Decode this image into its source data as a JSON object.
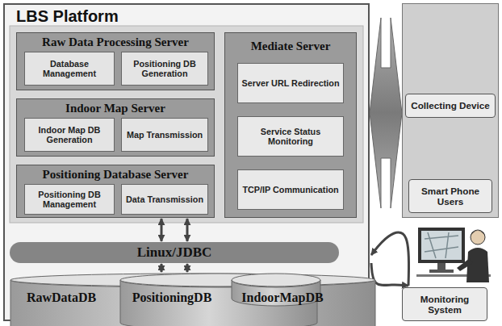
{
  "diagram": {
    "nodes": [
      {
        "text": [
          "LBS Platform"
        ]
      },
      {
        "text": [
          "Raw Data Processing Server"
        ],
        "in": 0
      },
      {
        "text": [
          "Database Management"
        ],
        "in": 1
      },
      {
        "text": [
          "Positioning DB Generation"
        ],
        "in": 1
      },
      {
        "text": [
          "Indoor Map Server"
        ],
        "in": 0
      },
      {
        "text": [
          "Indoor Map DB Generation"
        ],
        "in": 4
      },
      {
        "text": [
          "Map Transmission"
        ],
        "in": 4
      },
      {
        "text": [
          "Positioning Database Server"
        ],
        "in": 0
      },
      {
        "text": [
          "Positioning DB Management"
        ],
        "in": 7
      },
      {
        "text": [
          "Data Transmission"
        ],
        "in": 7
      },
      {
        "text": [
          "Mediate Server"
        ],
        "in": 0
      },
      {
        "text": [
          "Server URL Redirection"
        ],
        "in": 10
      },
      {
        "text": [
          "Service Status Monitoring"
        ],
        "in": 10
      },
      {
        "text": [
          "TCP/IP Communication"
        ],
        "in": 10
      },
      {
        "text": [
          "Linux/JDBC"
        ],
        "in": 0
      },
      {
        "text": [
          "RawDataDB"
        ],
        "in": 0
      },
      {
        "text": [
          "PositioningDB"
        ],
        "in": 0
      },
      {
        "text": [
          "IndoorMapDB"
        ],
        "in": 0
      },
      {
        "text": []
      },
      {
        "text": [
          "Collecting Device"
        ],
        "in": 18
      },
      {
        "text": [
          "Smart Phone Users"
        ],
        "in": 18
      },
      {
        "text": [
          "Monitoring System"
        ]
      }
    ],
    "edges": [
      {
        "from": 0,
        "to": 18,
        "arrow": "both"
      },
      {
        "from": 7,
        "to": 14,
        "arrow": "both"
      },
      {
        "from": 7,
        "to": 14,
        "arrow": "both"
      },
      {
        "from": 14,
        "to": 16,
        "arrow": "both"
      },
      {
        "from": 14,
        "to": 16,
        "arrow": "both"
      },
      {
        "from": 0,
        "to": 21,
        "arrow": "both"
      }
    ]
  }
}
